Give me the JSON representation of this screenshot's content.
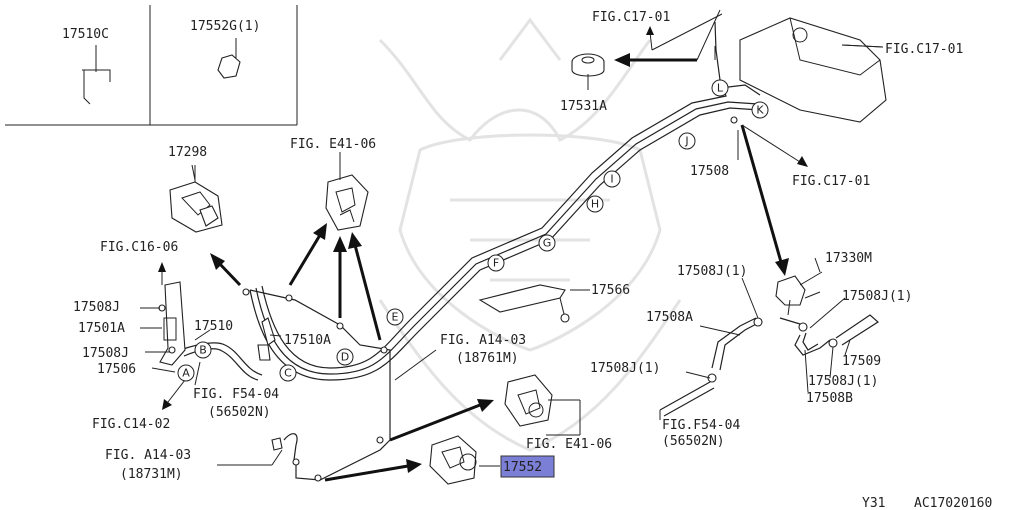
{
  "inset_labels": [
    "17510C",
    "17552G(1)"
  ],
  "labels": {
    "fig_c17_top": "FIG.C17-01",
    "fig_c17_right": "FIG.C17-01",
    "p17531a": "17531A",
    "p17298": "17298",
    "fig_e41_top": "FIG. E41-06",
    "fig_c16": "FIG.C16-06",
    "p17508_mid": "17508",
    "fig_c17_mid": "FIG.C17-01",
    "p17508j1_a": "17508J(1)",
    "p17330m": "17330M",
    "p17566": "17566",
    "p17508j1_b": "17508J(1)",
    "p17508j_l1": "17508J",
    "p17501a": "17501A",
    "p17510": "17510",
    "p17510a": "17510A",
    "p17508j_l2": "17508J",
    "p17506": "17506",
    "fig_a14_mid": "FIG. A14-03",
    "fig_a14_mid_sub": "(18761M)",
    "p17508a": "17508A",
    "p17509": "17509",
    "p17508j1_c": "17508J(1)",
    "p17508j1_d": "17508J(1)",
    "p17508b": "17508B",
    "fig_f54_mid": "FIG. F54-04",
    "fig_f54_mid_sub": "(56502N)",
    "fig_c14": "FIG.C14-02",
    "fig_e41_bottom": "FIG. E41-06",
    "fig_f54_right": "FIG.F54-04",
    "fig_f54_right_sub": "(56502N)",
    "fig_a14_left": "FIG. A14-03",
    "fig_a14_left_sub": "(18731M)",
    "p17552": "17552",
    "footer_model": "Y31",
    "footer_code": "AC17020160"
  },
  "circle_markers": [
    "A",
    "B",
    "C",
    "D",
    "E",
    "F",
    "G",
    "H",
    "I",
    "J",
    "K",
    "L"
  ],
  "colors": {
    "highlight": "#7c7fd6",
    "line": "#222222"
  }
}
